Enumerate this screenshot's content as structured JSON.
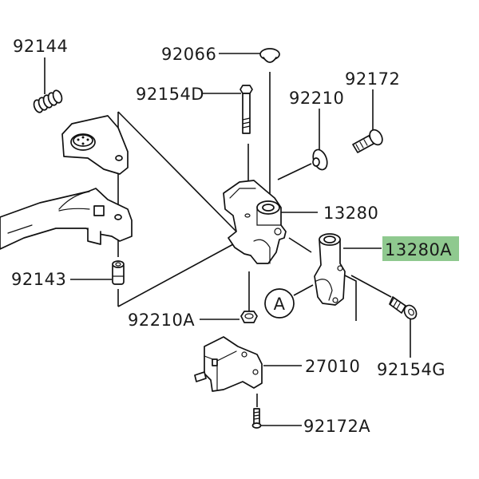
{
  "diagram": {
    "type": "exploded-parts-diagram",
    "subject": "brake lever / master cylinder clamp assembly",
    "highlight_color": "#8fc98f",
    "line_color": "#111111",
    "highlighted_part": "13280A",
    "callout_marker": "A",
    "parts": [
      {
        "id": "92144",
        "label": "92144",
        "depiction": "spring"
      },
      {
        "id": "92066",
        "label": "92066",
        "depiction": "cap"
      },
      {
        "id": "92154D",
        "label": "92154D",
        "depiction": "bolt"
      },
      {
        "id": "92172",
        "label": "92172",
        "depiction": "screw"
      },
      {
        "id": "92210",
        "label": "92210",
        "depiction": "washer"
      },
      {
        "id": "13280",
        "label": "13280",
        "depiction": "lever holder"
      },
      {
        "id": "13280A",
        "label": "13280A",
        "depiction": "clamp",
        "highlighted": true
      },
      {
        "id": "92143",
        "label": "92143",
        "depiction": "collar"
      },
      {
        "id": "92210A",
        "label": "92210A",
        "depiction": "nut"
      },
      {
        "id": "92154G",
        "label": "92154G",
        "depiction": "bolt"
      },
      {
        "id": "27010",
        "label": "27010",
        "depiction": "brake switch"
      },
      {
        "id": "92172A",
        "label": "92172A",
        "depiction": "screw"
      }
    ]
  }
}
